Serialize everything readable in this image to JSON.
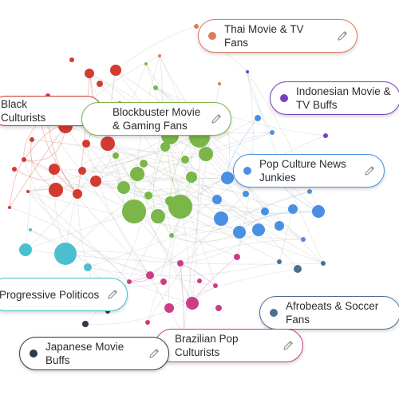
{
  "graph": {
    "edge_color": "#c9c9c9"
  },
  "clusters": [
    {
      "key": "thai",
      "label": "Thai Movie & TV Fans",
      "color": "#e07b5a",
      "icon": "pencil-icon"
    },
    {
      "key": "indonesian",
      "label": "Indonesian Movie & TV Buffs",
      "color": "#7a3fc0",
      "icon": "pencil-icon"
    },
    {
      "key": "black",
      "label": "Black Culturists",
      "color": "#d23b30",
      "icon": "pencil-icon"
    },
    {
      "key": "blockbuster",
      "label": "Blockbuster Movie & Gaming Fans",
      "color": "#7ab648",
      "icon": "pencil-icon"
    },
    {
      "key": "popculture",
      "label": "Pop Culture News Junkies",
      "color": "#4a90e2",
      "icon": "pencil-icon"
    },
    {
      "key": "progressive",
      "label": "Progressive Politicos",
      "color": "#4bbfcf",
      "icon": "pencil-icon"
    },
    {
      "key": "afrobeats",
      "label": "Afrobeats & Soccer Fans",
      "color": "#4a6f95",
      "icon": "pencil-icon"
    },
    {
      "key": "brazilian",
      "label": "Brazilian Pop Culturists",
      "color": "#cc3d86",
      "icon": "pencil-icon"
    },
    {
      "key": "japanese",
      "label": "Japanese Movie Buffs",
      "color": "#2e3a4a",
      "icon": "pencil-icon"
    }
  ]
}
